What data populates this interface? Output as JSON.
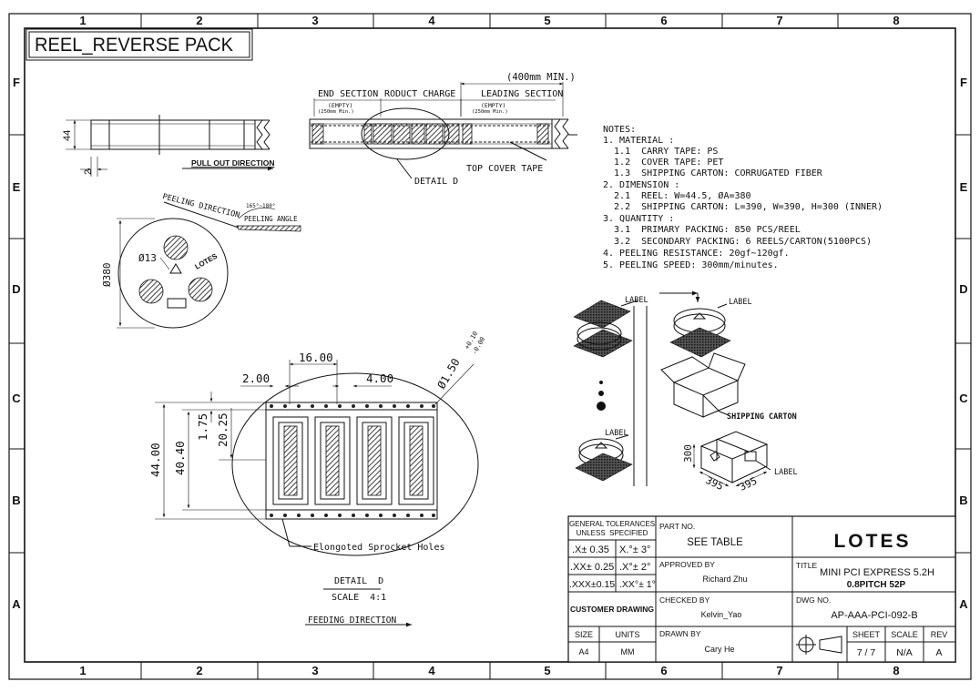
{
  "drawing_title": "REEL_REVERSE PACK",
  "grid": {
    "columns": [
      "1",
      "2",
      "3",
      "4",
      "5",
      "6",
      "7",
      "8"
    ],
    "rows": [
      "F",
      "E",
      "D",
      "C",
      "B",
      "A"
    ]
  },
  "tape_view": {
    "width_dim": "44",
    "thickness_dim": "2",
    "pull_out": "PULL OUT DIRECTION"
  },
  "sections": {
    "total": "(400mm MIN.)",
    "end": "END SECTION",
    "product": "RODUCT CHARGE",
    "leading": "LEADING SECTION",
    "empty1": "(EMPTY)",
    "empty1_sub": "(250mm Min.)",
    "empty2": "(EMPTY)",
    "empty2_sub": "(250mm Min.)",
    "detail_d": "DETAIL D",
    "top_cover": "TOP COVER TAPE"
  },
  "reel_view": {
    "peeling_direction": "PEELING DIRECTION",
    "peeling_angle": "PEELING ANGLE",
    "angle_range": "165°~180°",
    "hub_dim": "Ø13",
    "dia_dim": "Ø380",
    "logo": "LOTES"
  },
  "notes": {
    "title": "NOTES:",
    "lines": [
      "1. MATERIAL :",
      "  1.1  CARRY TAPE: PS",
      "  1.2  COVER TAPE: PET",
      "  1.3  SHIPPING CARTON: CORRUGATED FIBER",
      "2. DIMENSION :",
      "  2.1  REEL: W=44.5, ØA=380",
      "  2.2  SHIPPING CARTON: L=390, W=390, H=300 (INNER)",
      "3. QUANTITY :",
      "  3.1  PRIMARY PACKING: 850 PCS/REEL",
      "  3.2  SECONDARY PACKING: 6 REELS/CARTON(5100PCS)",
      "4. PEELING RESISTANCE: 20gf~120gf.",
      "5. PEELING SPEED: 300mm/minutes."
    ]
  },
  "detail": {
    "pitch": "16.00",
    "d200": "2.00",
    "d400": "4.00",
    "hole": "Ø1.50",
    "hole_tol_plus": "+0.10",
    "hole_tol_minus": "-0.00",
    "w4400": "44.00",
    "w4040": "40.40",
    "d2025": "20.25",
    "d175": "1.75",
    "sprocket_note": "Elongoted Sprocket Holes",
    "title": "DETAIL  D",
    "scale": "SCALE  4:1",
    "feeding": "FEEDING DIRECTION"
  },
  "packing": {
    "label1": "LABEL",
    "label2": "LABEL",
    "label3": "LABEL",
    "label4": "LABEL",
    "shipping_carton": "SHIPPING CARTON",
    "h300": "300",
    "l395": "395",
    "w395": "395"
  },
  "title_block": {
    "gen_tol_1": "GENERAL TOLERANCES",
    "gen_tol_2": "UNLESS  SPECIFIED",
    "tol_x": ".X± 0.35",
    "tol_x_ang": "X.°± 3°",
    "tol_xx": ".XX± 0.25",
    "tol_xx_ang": ".X°± 2°",
    "tol_xxx": ".XXX±0.15",
    "tol_xxx_ang": ".XX°± 1°",
    "customer_drawing": "CUSTOMER DRAWING",
    "size_label": "SIZE",
    "size_value": "A4",
    "units_label": "UNITS",
    "units_value": "MM",
    "part_no_label": "PART NO.",
    "part_no_value": "SEE TABLE",
    "approved_label": "APPROVED BY",
    "approved_value": "Richard Zhu",
    "checked_label": "CHECKED BY",
    "checked_value": "Kelvin_Yao",
    "drawn_label": "DRAWN BY",
    "drawn_value": "Cary He",
    "company": "LOTES",
    "title_label": "TITLE",
    "title_line1": "MINI PCI EXPRESS 5.2H",
    "title_line2": "0.8PITCH 52P",
    "dwg_label": "DWG NO.",
    "dwg_value": "AP-AAA-PCI-092-B",
    "sheet_label": "SHEET",
    "sheet_value": "7 / 7",
    "scale_label": "SCALE",
    "scale_value": "N/A",
    "rev_label": "REV",
    "rev_value": "A"
  }
}
